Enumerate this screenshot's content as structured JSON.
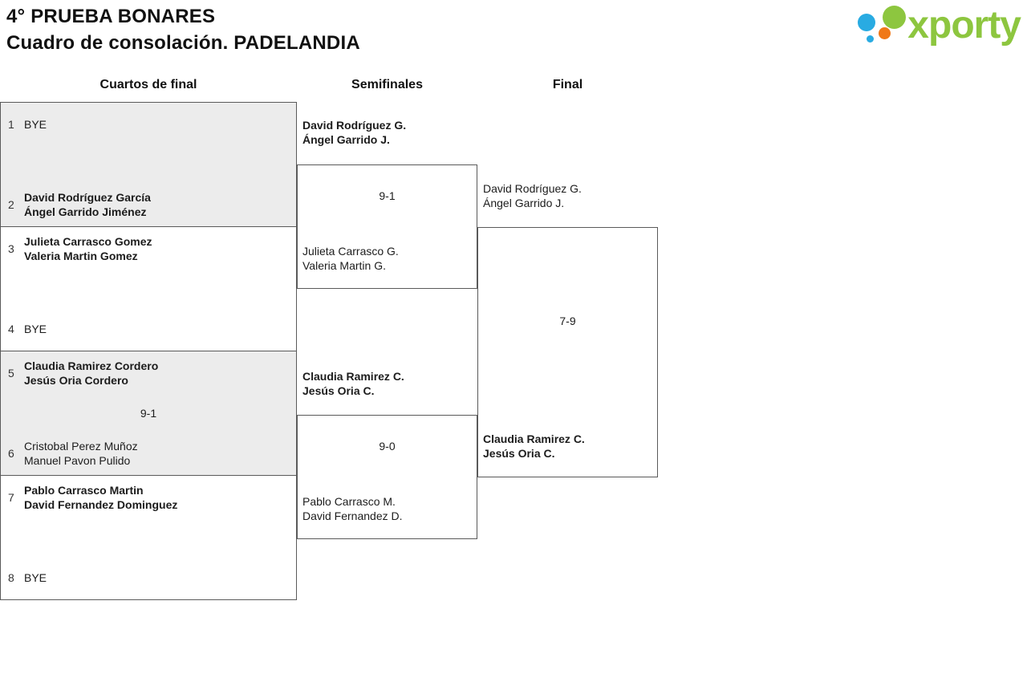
{
  "header": {
    "title_line1": "4° PRUEBA BONARES",
    "title_line2": "Cuadro de consolación. PADELANDIA"
  },
  "logo": {
    "text": "xporty",
    "brand_green": "#8dc63f",
    "dot_blue": "#29abe2",
    "dot_orange": "#f07818"
  },
  "round_headers": {
    "quarterfinals": "Cuartos de final",
    "semifinals": "Semifinales",
    "final": "Final"
  },
  "quarterfinals": [
    {
      "top": {
        "seed": "1",
        "lines": [
          "BYE"
        ]
      },
      "bottom": {
        "seed": "2",
        "lines": [
          "David Rodríguez García",
          "Ángel Garrido Jiménez"
        ]
      },
      "score": ""
    },
    {
      "top": {
        "seed": "3",
        "lines": [
          "Julieta Carrasco Gomez",
          "Valeria Martin Gomez"
        ]
      },
      "bottom": {
        "seed": "4",
        "lines": [
          "BYE"
        ]
      },
      "score": ""
    },
    {
      "top": {
        "seed": "5",
        "lines": [
          "Claudia Ramirez Cordero",
          "Jesús Oria Cordero"
        ]
      },
      "bottom": {
        "seed": "6",
        "lines": [
          "Cristobal Perez Muñoz",
          "Manuel Pavon Pulido"
        ]
      },
      "score": "9-1"
    },
    {
      "top": {
        "seed": "7",
        "lines": [
          "Pablo Carrasco Martin",
          "David Fernandez Dominguez"
        ]
      },
      "bottom": {
        "seed": "8",
        "lines": [
          "BYE"
        ]
      },
      "score": ""
    }
  ],
  "semifinals": [
    {
      "top": {
        "lines": [
          "David Rodríguez G.",
          "Ángel Garrido J."
        ]
      },
      "bottom": {
        "lines": [
          "Julieta Carrasco G.",
          "Valeria Martin G."
        ]
      },
      "score": "9-1"
    },
    {
      "top": {
        "lines": [
          "Claudia Ramirez C.",
          "Jesús Oria C."
        ]
      },
      "bottom": {
        "lines": [
          "Pablo Carrasco M.",
          "David Fernandez D."
        ]
      },
      "score": "9-0"
    }
  ],
  "final": {
    "top": {
      "lines": [
        "David Rodríguez G.",
        "Ángel Garrido J."
      ]
    },
    "bottom": {
      "lines": [
        "Claudia Ramirez C.",
        "Jesús Oria C."
      ]
    },
    "score": "7-9"
  }
}
